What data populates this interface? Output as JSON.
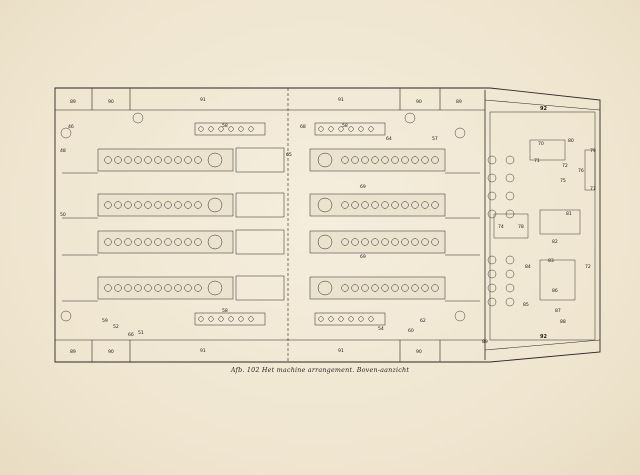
{
  "caption": "Afb. 102  Het machine arrangement. Boven-aanzicht",
  "labels": {
    "corner_tl": "89",
    "top_a": "90",
    "top_b": "91",
    "top_c": "91",
    "top_d": "90",
    "corner_tr": "89",
    "corner_bl": "89",
    "bot_a": "90",
    "bot_b": "91",
    "bot_c": "91",
    "bot_d": "90",
    "corner_br": "89",
    "right_top": "92",
    "right_bot": "92",
    "gen_top_l": "58",
    "gen_top_r": "58",
    "gen_bot_l": "58",
    "gen_bot_r": "54",
    "gear_top": "69",
    "gear_bot": "69",
    "side_50": "50",
    "side_48": "48",
    "side_46": "46",
    "num_51": "51",
    "num_52": "52",
    "num_57": "57",
    "num_59": "59",
    "num_60": "60",
    "num_62": "62",
    "num_64": "64",
    "num_65": "65",
    "num_66": "66",
    "num_68": "68",
    "num_70": "70",
    "num_71": "71",
    "num_72": "72",
    "num_74": "74",
    "num_75": "75",
    "num_76": "76",
    "num_77": "77",
    "num_78": "78",
    "num_79": "79",
    "num_80": "80",
    "num_81": "81",
    "num_82": "82",
    "num_83": "83",
    "num_84": "84",
    "num_85": "85",
    "num_86": "86",
    "num_87": "87",
    "num_88": "88"
  }
}
